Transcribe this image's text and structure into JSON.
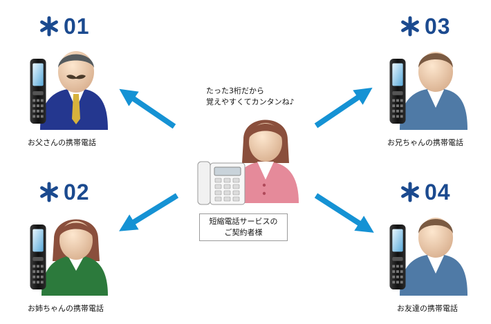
{
  "contacts": [
    {
      "code": "01",
      "caption": "お父さんの携帯電話"
    },
    {
      "code": "02",
      "caption": "お姉ちゃんの携帯電話"
    },
    {
      "code": "03",
      "caption": "お兄ちゃんの携帯電話"
    },
    {
      "code": "04",
      "caption": "お友達の携帯電話"
    }
  ],
  "center": {
    "speech_line1": "たった3桁だから",
    "speech_line2": "覚えやすくてカンタンね♪",
    "label_line1": "短縮電話サービスの",
    "label_line2": "ご契約者様"
  },
  "colors": {
    "code_text": "#1b4a8f",
    "arrow": "#1592d4",
    "father_suit": "#24378f",
    "sister_shirt": "#2c7a3c",
    "brother_shirt": "#4f7aa6",
    "friend_shirt": "#4f7aa6",
    "subscriber_shirt": "#e58a9a"
  }
}
